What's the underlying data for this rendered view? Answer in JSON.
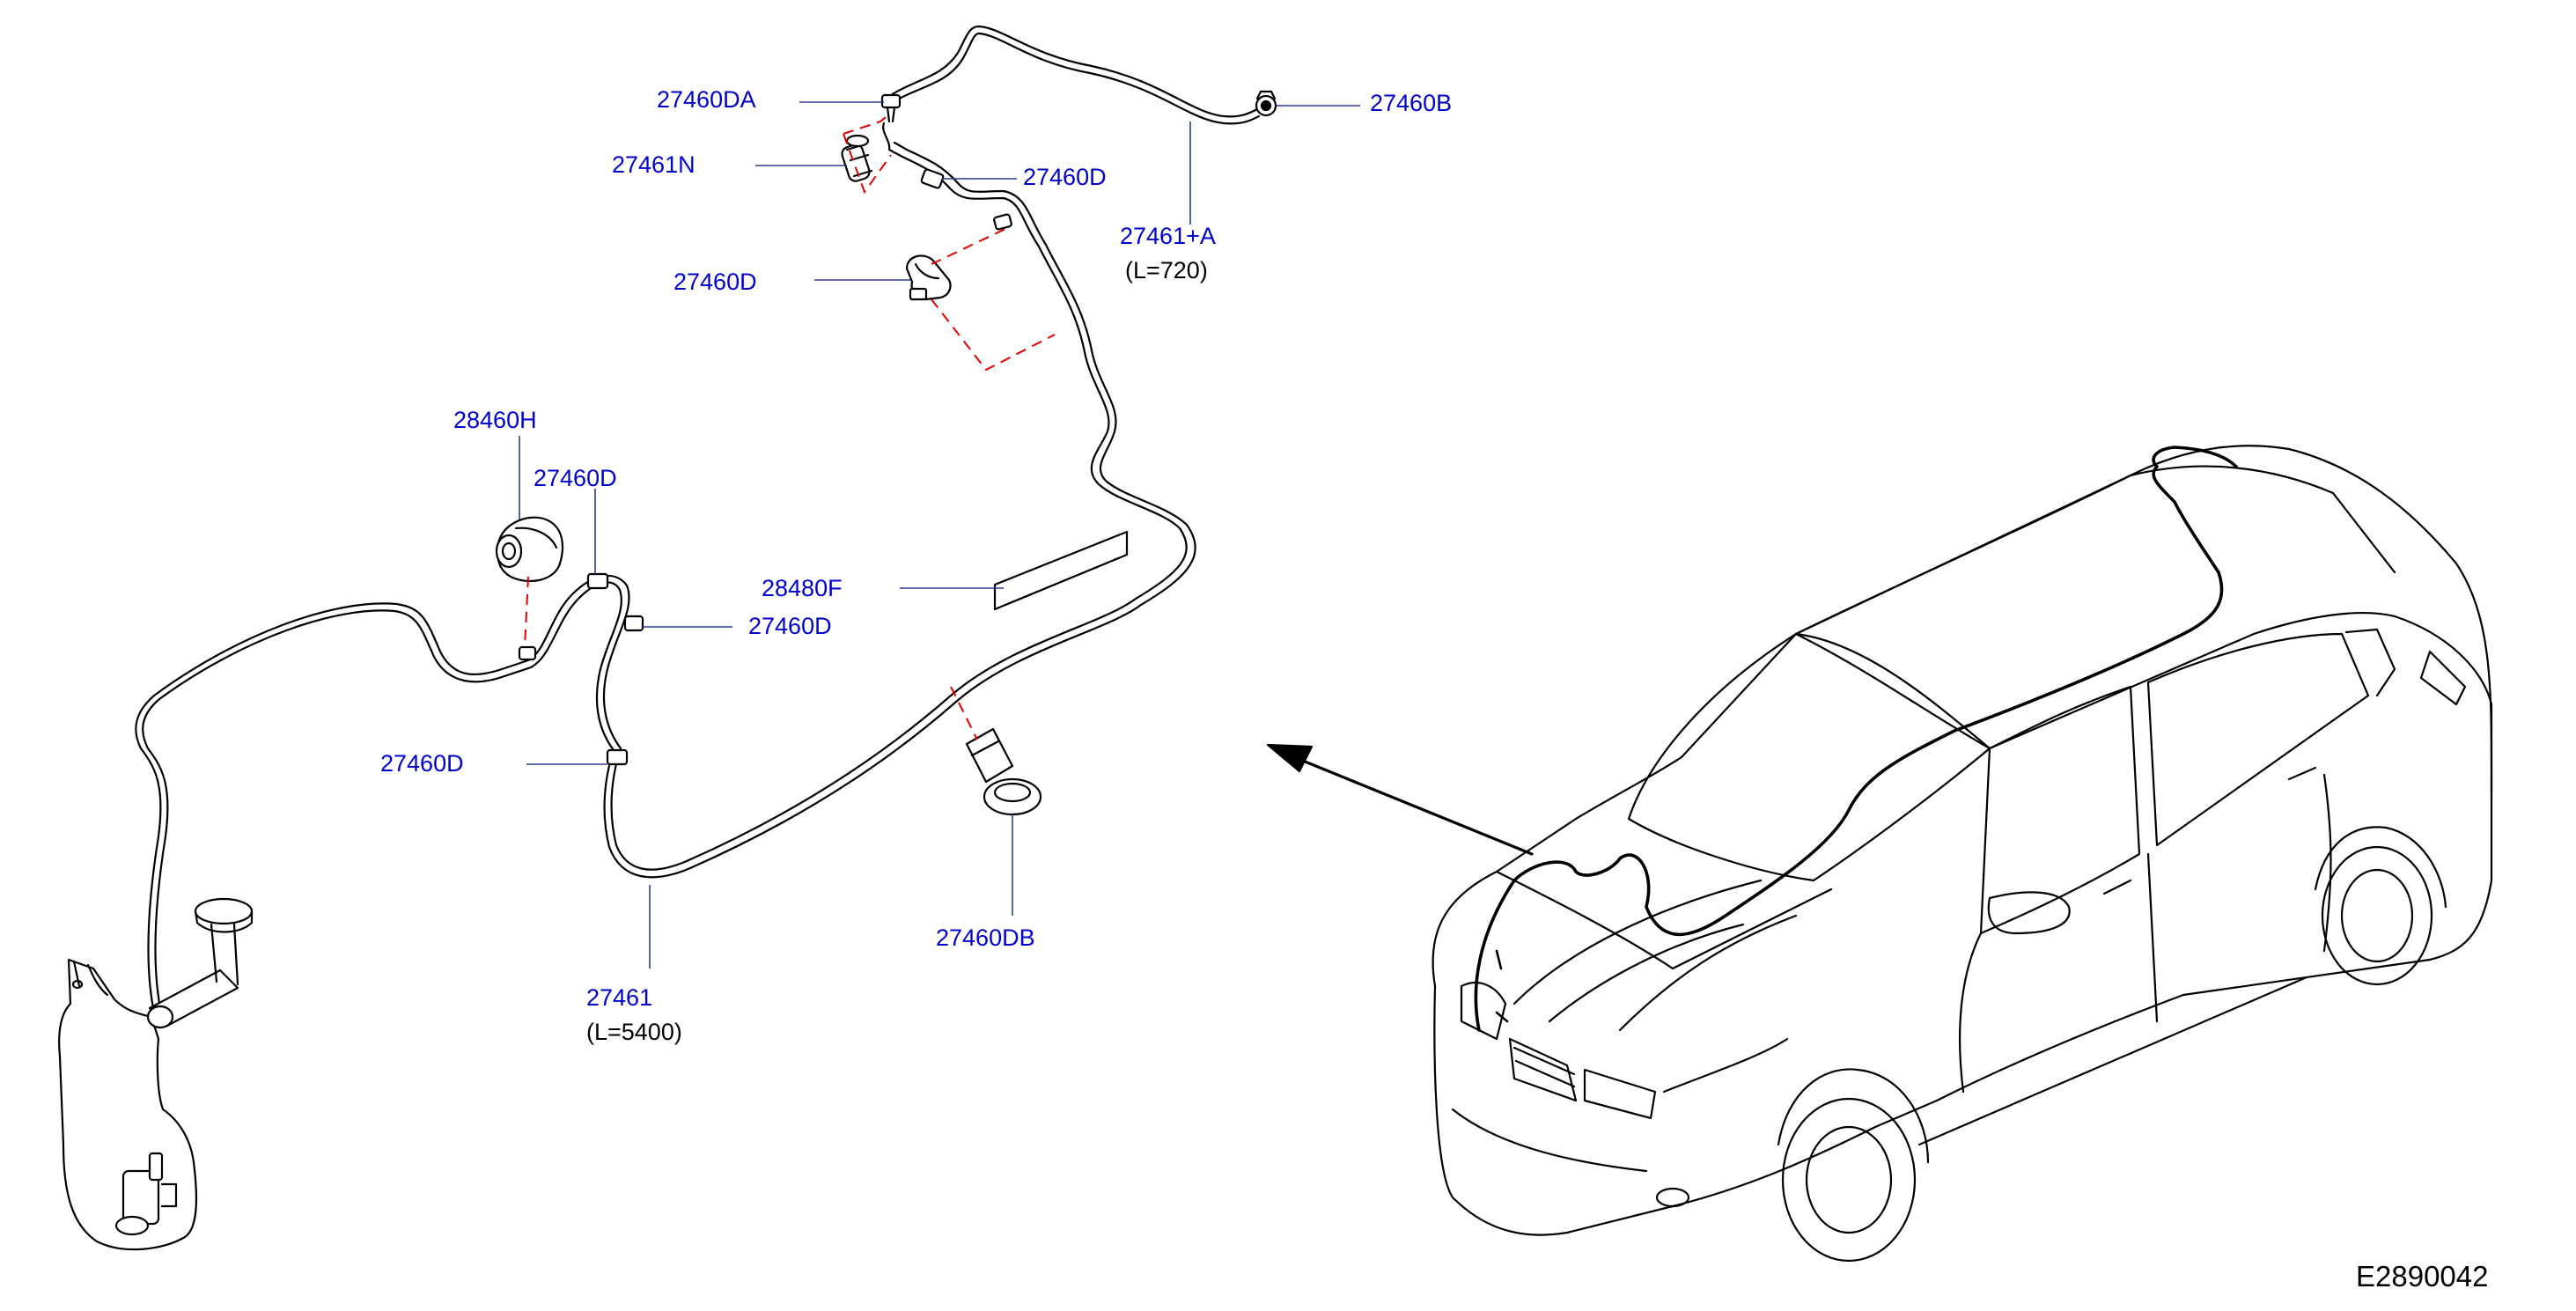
{
  "diagram_id": "E2890042",
  "colors": {
    "label": "#0000cc",
    "line": "#000000",
    "leader": "#2a3d8f",
    "dash": "#e00000"
  },
  "callouts": [
    {
      "id": "27460DA",
      "text": "27460DA"
    },
    {
      "id": "27460B",
      "text": "27460B"
    },
    {
      "id": "27461N",
      "text": "27461N"
    },
    {
      "id": "27460D_top",
      "text": "27460D"
    },
    {
      "id": "27461A",
      "text": "27461+A",
      "length": "(L=720)"
    },
    {
      "id": "27460D_clip",
      "text": "27460D"
    },
    {
      "id": "28460H",
      "text": "28460H"
    },
    {
      "id": "27460D_mid",
      "text": "27460D"
    },
    {
      "id": "28480F",
      "text": "28480F"
    },
    {
      "id": "27460D_right",
      "text": "27460D"
    },
    {
      "id": "27460D_left",
      "text": "27460D"
    },
    {
      "id": "27460DB",
      "text": "27460DB"
    },
    {
      "id": "27461",
      "text": "27461",
      "length": "(L=5400)"
    }
  ]
}
